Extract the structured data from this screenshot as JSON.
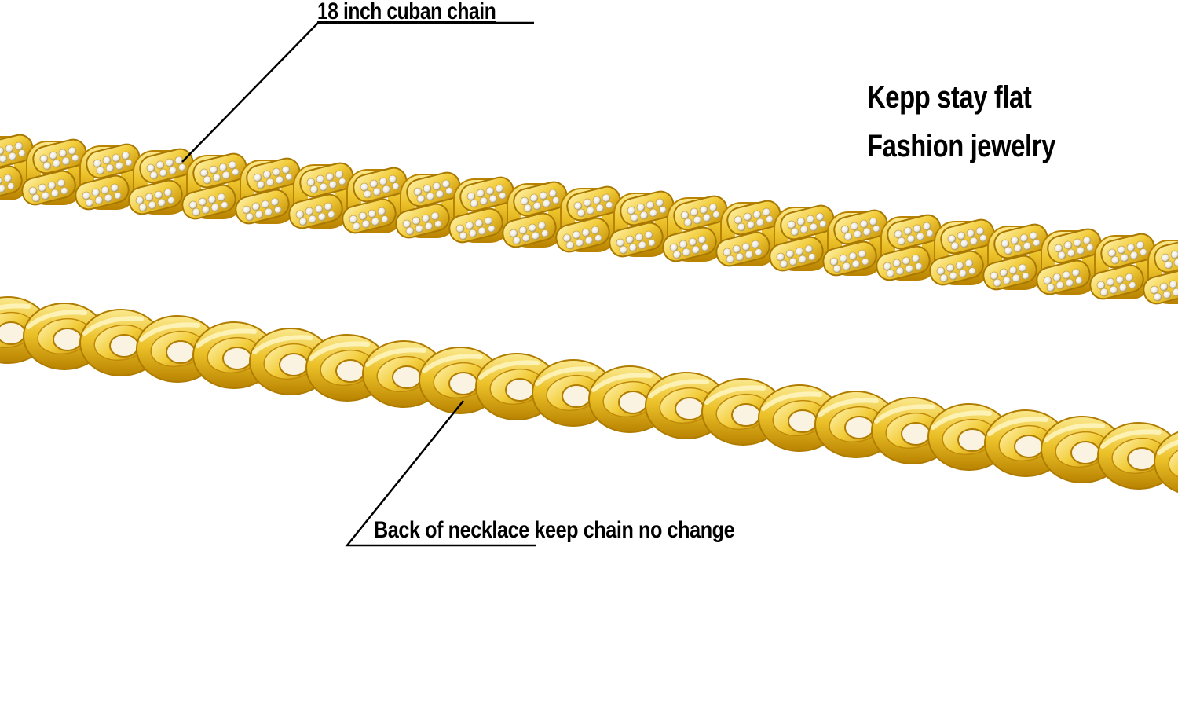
{
  "annotations": {
    "top_callout": "18 inch cuban  chain",
    "headline_line1": "Kepp stay flat",
    "headline_line2": "Fashion jewelry",
    "bottom_callout": "Back of necklace keep chain no change"
  },
  "subjects": {
    "iced_chain": "gold cuban link chain with clear rhinestones (front)",
    "plain_chain": "plain polished gold cuban link chain (back)"
  },
  "colors": {
    "background": "#ffffff",
    "gold_light": "#f6e27a",
    "gold_mid": "#e8b81c",
    "gold_dark": "#b98300",
    "stone": "#f4f4f0",
    "text": "#000000"
  }
}
